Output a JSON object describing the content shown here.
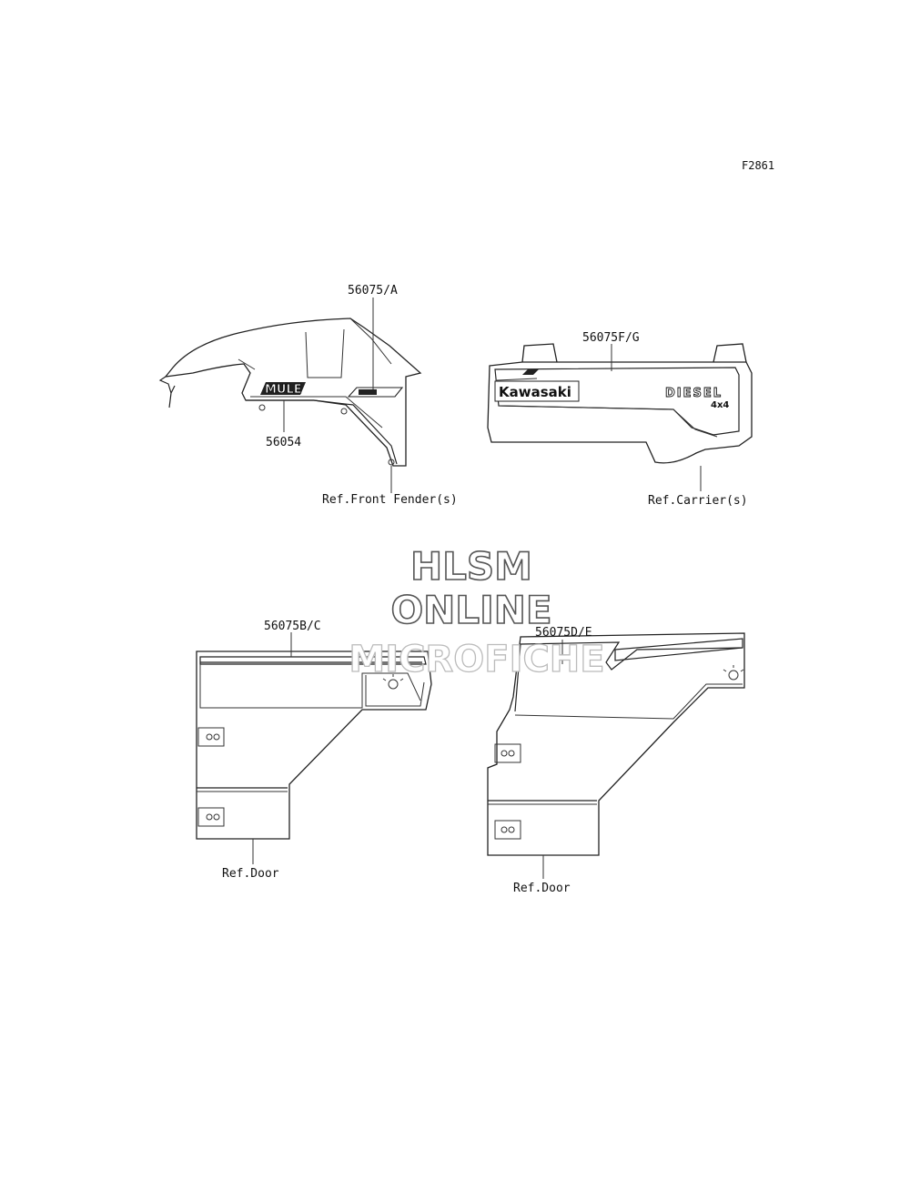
{
  "figure_code": "F2861",
  "parts": {
    "top_left_decal": "56075/A",
    "mule_emblem": "56054",
    "carrier_decal": "56075F/G",
    "left_door_decal": "56075B/C",
    "right_door_decal": "56075D/E"
  },
  "references": {
    "front_fender": "Ref.Front Fender(s)",
    "carrier": "Ref.Carrier(s)",
    "left_door": "Ref.Door",
    "right_door": "Ref.Door"
  },
  "decal_text": {
    "mule": "MULE",
    "brand": "Kawasaki",
    "diesel": "DIESEL",
    "drive": "4x4"
  },
  "watermark": {
    "line1": "HLSM",
    "line2": "ONLINE",
    "line3": "MICROFICHE"
  }
}
